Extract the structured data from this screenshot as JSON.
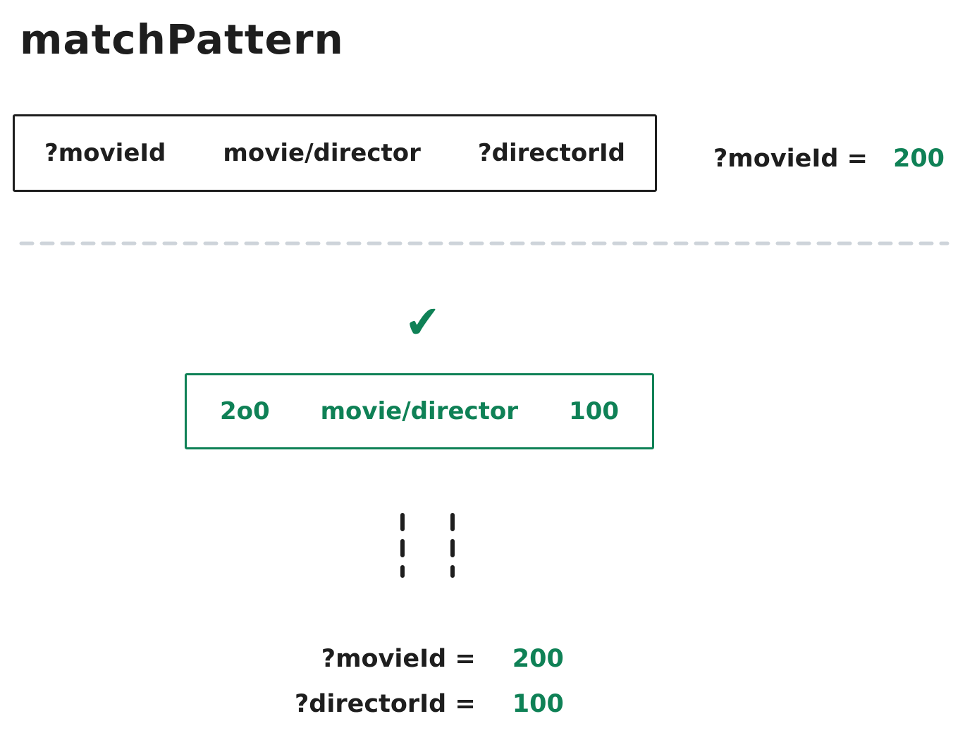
{
  "title": "matchPattern",
  "colors": {
    "ink": "#1e1e1e",
    "green": "#0f8156",
    "divider": "#ced4da",
    "bg": "#ffffff"
  },
  "icons": {
    "check": "✔"
  },
  "pattern_box": {
    "subject": "?movieId",
    "predicate": "movie/director",
    "object": "?directorId"
  },
  "input_binding": {
    "label": "?movieId =",
    "value": "200"
  },
  "matched_triple_box": {
    "subject": "2o0",
    "predicate": "movie/director",
    "object": "100"
  },
  "results": {
    "rows": [
      {
        "label": "?movieId =",
        "value": "200"
      },
      {
        "label": "?directorId =",
        "value": "100"
      }
    ]
  }
}
